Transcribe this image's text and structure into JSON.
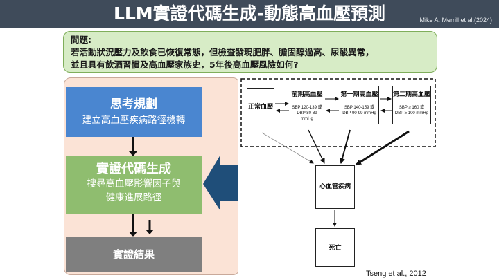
{
  "slide": {
    "title": "LLM實證代碼生成-動態高血壓預測",
    "citation_top": "Mike A. Merrill et al.(2024)",
    "citation_bottom": "Tseng et al., 2012"
  },
  "question": {
    "label": "問題:",
    "lines": [
      "若活動狀況壓力及飲食已恢復常態，但檢查發現肥胖、膽固醇過高、尿酸異常，",
      "並且具有飲酒習慣及高血壓家族史，5年後高血壓風險如何?"
    ]
  },
  "workflow": {
    "think": {
      "title": "思考規劃",
      "subtitle": "建立高血壓疾病路徑機轉"
    },
    "code": {
      "title": "實證代碼生成",
      "subtitle_1": "搜尋高血壓影響因子與",
      "subtitle_2": "健康進展路徑"
    },
    "result": {
      "title": "實證結果"
    }
  },
  "diagram": {
    "normal": "正常血壓",
    "pre": {
      "title": "前期高血壓",
      "sbp": "SBP 120-139 或",
      "dbp": "DBP 80-89 mmHg"
    },
    "stage1": {
      "title": "第一期高血壓",
      "sbp": "SBP 140-159 或",
      "dbp": "DBP 90-99 mmHg"
    },
    "stage2": {
      "title": "第二期高血壓",
      "sbp": "SBP ≥ 160 或",
      "dbp": "DBP ≥ 100 mmHg"
    },
    "cvd": "心血管疾病",
    "death": "死亡"
  },
  "colors": {
    "header": "#3f4b5a",
    "question_bg": "#d7ecc6",
    "panel_bg": "#fbe3d6",
    "think": "#4a86d0",
    "code": "#8fbd6f",
    "result": "#7f7f7f",
    "big_arrow": "#1f4e79"
  }
}
